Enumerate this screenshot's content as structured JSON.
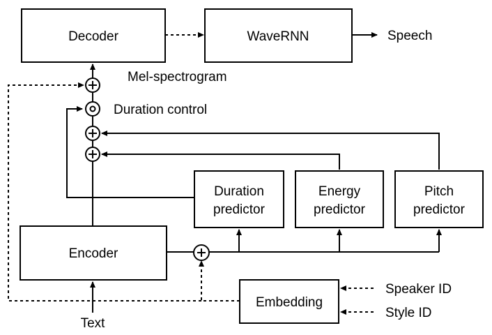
{
  "blocks": {
    "decoder": "Decoder",
    "wavernn": "WaveRNN",
    "encoder": "Encoder",
    "embedding": "Embedding",
    "duration_predictor": [
      "Duration",
      "predictor"
    ],
    "energy_predictor": [
      "Energy",
      "predictor"
    ],
    "pitch_predictor": [
      "Pitch",
      "predictor"
    ]
  },
  "labels": {
    "speech": "Speech",
    "mel_spectrogram": "Mel-spectrogram",
    "duration_control": "Duration control",
    "text": "Text",
    "speaker_id": "Speaker ID",
    "style_id": "Style ID"
  }
}
